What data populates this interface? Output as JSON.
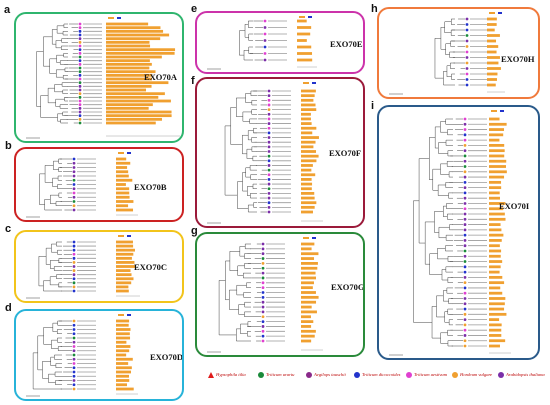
{
  "colors": {
    "orange": "#f0a030",
    "purple": "#7b2fa8",
    "blue": "#2233cc",
    "green": "#1a8a3a",
    "magenta": "#e040d0",
    "red": "#e01b1b"
  },
  "panels": [
    {
      "id": "a",
      "letter": "a",
      "title": "EXO70A",
      "border": "#2fb56e"
    },
    {
      "id": "b",
      "letter": "b",
      "title": "EXO70B",
      "border": "#cc2222"
    },
    {
      "id": "c",
      "letter": "c",
      "title": "EXO70C",
      "border": "#f2c41b"
    },
    {
      "id": "d",
      "letter": "d",
      "title": "EXO70D",
      "border": "#27b3d9"
    },
    {
      "id": "e",
      "letter": "e",
      "title": "EXO70E",
      "border": "#cc33aa"
    },
    {
      "id": "f",
      "letter": "f",
      "title": "EXO70F",
      "border": "#9b1a3a"
    },
    {
      "id": "g",
      "letter": "g",
      "title": "EXO70G",
      "border": "#2a8a3a"
    },
    {
      "id": "h",
      "letter": "h",
      "title": "EXO70H",
      "border": "#f07a3c"
    },
    {
      "id": "i",
      "letter": "i",
      "title": "EXO70I",
      "border": "#2a5a8a"
    }
  ],
  "legend": [
    {
      "shape": "triangle",
      "color": "#e01b1b",
      "label": "Hypsophila tilia"
    },
    {
      "shape": "circle",
      "color": "#1a8a3a",
      "label": "Triticum urartu"
    },
    {
      "shape": "circle",
      "color": "#8a2a8a",
      "label": "Aegilops tauschii"
    },
    {
      "shape": "circle",
      "color": "#2233cc",
      "label": "Triticum dicoccoides"
    },
    {
      "shape": "circle",
      "color": "#e040d0",
      "label": "Triticum aestivum"
    },
    {
      "shape": "circle",
      "color": "#f0a030",
      "label": "Hordeum vulgare"
    },
    {
      "shape": "circle",
      "color": "#7b2fa8",
      "label": "Arabidopsis thaliana"
    }
  ]
}
